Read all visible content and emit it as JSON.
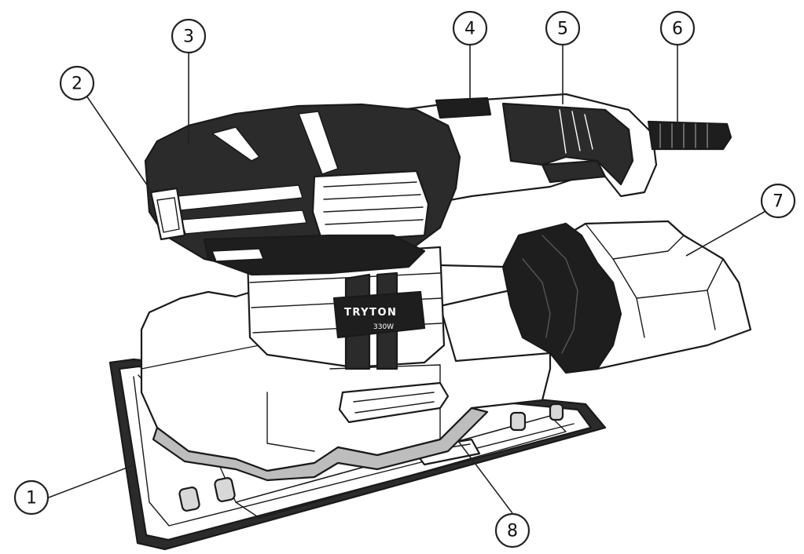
{
  "product": {
    "brand_label": "TRYTON",
    "power_label": "330W"
  },
  "callouts": [
    {
      "label": "1"
    },
    {
      "label": "2"
    },
    {
      "label": "3"
    },
    {
      "label": "4"
    },
    {
      "label": "5"
    },
    {
      "label": "6"
    },
    {
      "label": "7"
    },
    {
      "label": "8"
    }
  ],
  "colors": {
    "outline": "#1a1a1a",
    "housing_dark": "#2b2b2b",
    "housing_light": "#ffffff",
    "pad_grey": "#d8d8d8"
  }
}
